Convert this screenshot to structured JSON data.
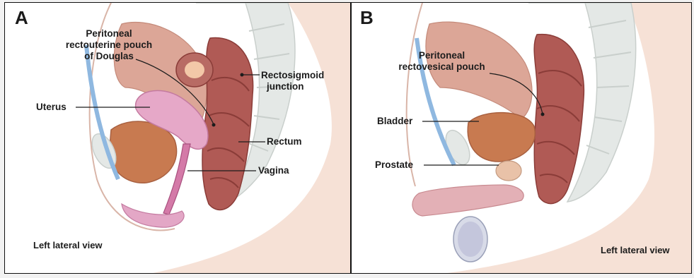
{
  "panel_a": {
    "letter": "A",
    "labels": {
      "peritoneal_pouch_line1": "Peritoneal",
      "peritoneal_pouch_line2": "rectouterine pouch",
      "peritoneal_pouch_line3": "of Douglas",
      "rectosigmoid_line1": "Rectosigmoid",
      "rectosigmoid_line2": "junction",
      "uterus": "Uterus",
      "rectum": "Rectum",
      "vagina": "Vagina"
    },
    "view": "Left lateral view"
  },
  "panel_b": {
    "letter": "B",
    "labels": {
      "peritoneal_pouch_line1": "Peritoneal",
      "peritoneal_pouch_line2": "rectovesical pouch",
      "bladder": "Bladder",
      "prostate": "Prostate"
    },
    "view": "Left lateral view"
  },
  "colors": {
    "background": "#ffffff",
    "border": "#111111",
    "skin": "#f6e1d6",
    "muscle": "#d8a294",
    "bowel": "#b05a55",
    "bowel_lumen": "#9a4040",
    "uterus": "#e6a8c8",
    "bladder": "#c87a50",
    "bone": "#e4e8e6",
    "vessel": "#8fb8e0"
  }
}
